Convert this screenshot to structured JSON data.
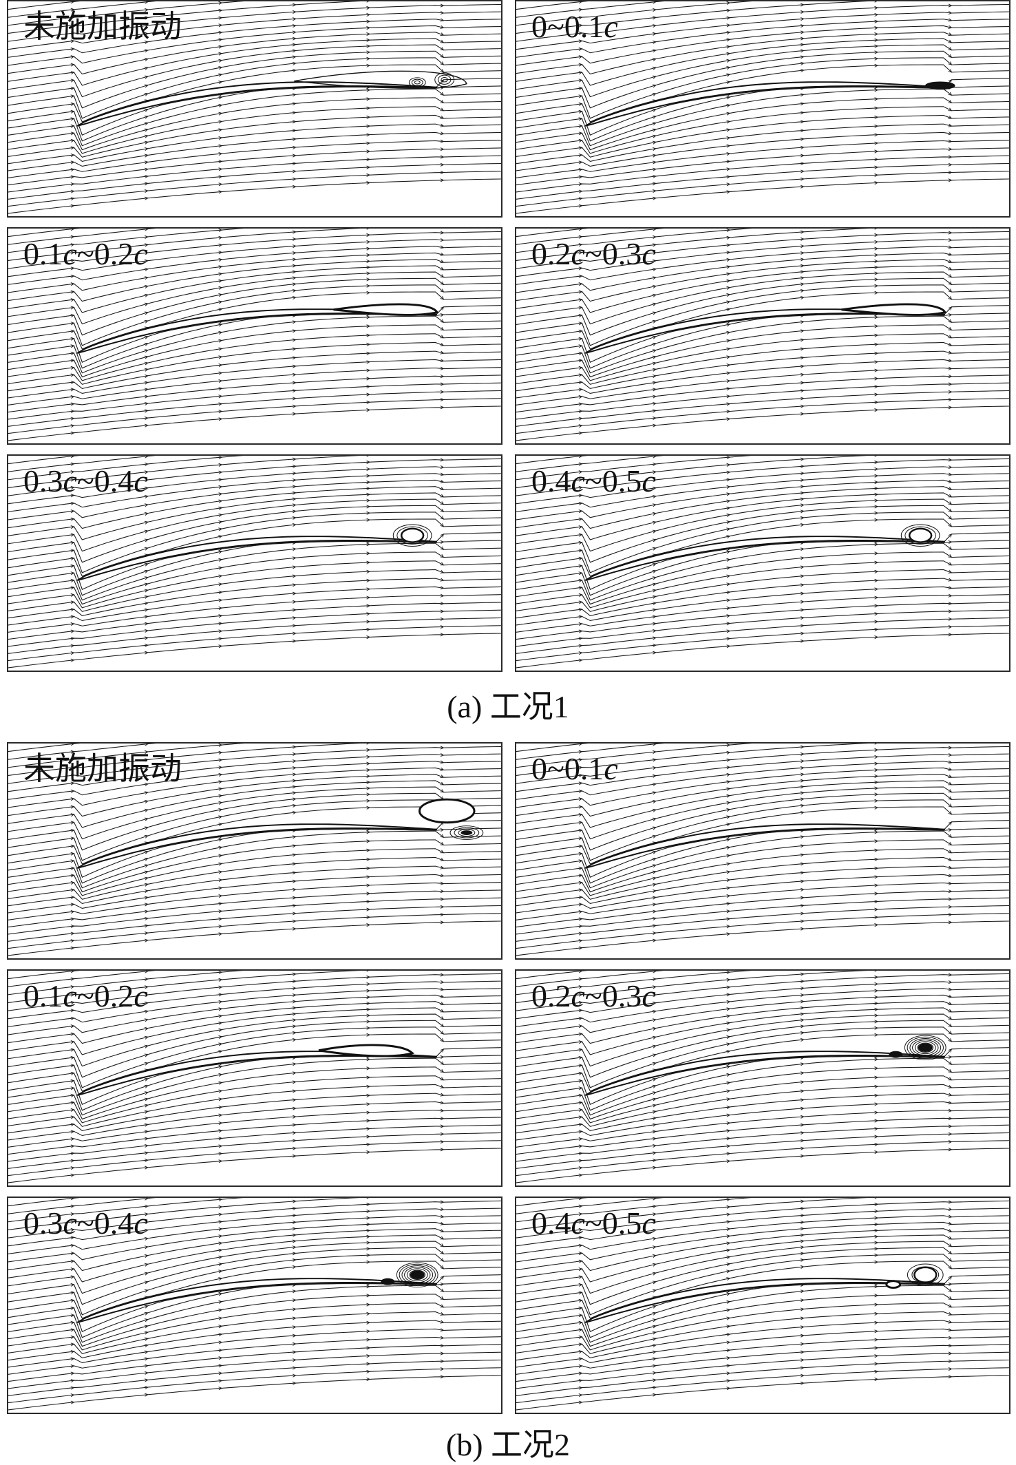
{
  "groups": [
    {
      "caption": "(a) 工况1",
      "panels": [
        {
          "label_parts": [
            {
              "t": "未施加振动",
              "i": false
            }
          ],
          "vortex": "multi-ring"
        },
        {
          "label_parts": [
            {
              "t": "0~0.1",
              "i": false
            },
            {
              "t": "c",
              "i": true
            }
          ],
          "vortex": "small-dark"
        },
        {
          "label_parts": [
            {
              "t": "0.1",
              "i": false
            },
            {
              "t": "c",
              "i": true
            },
            {
              "t": "~0.2",
              "i": false
            },
            {
              "t": "c",
              "i": true
            }
          ],
          "vortex": "elongated"
        },
        {
          "label_parts": [
            {
              "t": "0.2",
              "i": false
            },
            {
              "t": "c",
              "i": true
            },
            {
              "t": "~0.3",
              "i": false
            },
            {
              "t": "c",
              "i": true
            }
          ],
          "vortex": "elongated"
        },
        {
          "label_parts": [
            {
              "t": "0.3",
              "i": false
            },
            {
              "t": "c",
              "i": true
            },
            {
              "t": "~0.4",
              "i": false
            },
            {
              "t": "c",
              "i": true
            }
          ],
          "vortex": "blob-white"
        },
        {
          "label_parts": [
            {
              "t": "0.4",
              "i": false
            },
            {
              "t": "c",
              "i": true
            },
            {
              "t": "~0.5",
              "i": false
            },
            {
              "t": "c",
              "i": true
            }
          ],
          "vortex": "blob-white"
        }
      ]
    },
    {
      "caption": "(b) 工况2",
      "panels": [
        {
          "label_parts": [
            {
              "t": "未施加振动",
              "i": false
            }
          ],
          "vortex": "large-double"
        },
        {
          "label_parts": [
            {
              "t": "0~0.1",
              "i": false
            },
            {
              "t": "c",
              "i": true
            }
          ],
          "vortex": "none"
        },
        {
          "label_parts": [
            {
              "t": "0.1",
              "i": false
            },
            {
              "t": "c",
              "i": true
            },
            {
              "t": "~0.2",
              "i": false
            },
            {
              "t": "c",
              "i": true
            }
          ],
          "vortex": "long-white"
        },
        {
          "label_parts": [
            {
              "t": "0.2",
              "i": false
            },
            {
              "t": "c",
              "i": true
            },
            {
              "t": "~0.3",
              "i": false
            },
            {
              "t": "c",
              "i": true
            }
          ],
          "vortex": "dark-core"
        },
        {
          "label_parts": [
            {
              "t": "0.3",
              "i": false
            },
            {
              "t": "c",
              "i": true
            },
            {
              "t": "~0.4",
              "i": false
            },
            {
              "t": "c",
              "i": true
            }
          ],
          "vortex": "dark-core"
        },
        {
          "label_parts": [
            {
              "t": "0.4",
              "i": false
            },
            {
              "t": "c",
              "i": true
            },
            {
              "t": "~0.5",
              "i": false
            },
            {
              "t": "c",
              "i": true
            }
          ],
          "vortex": "white-ring"
        }
      ]
    }
  ]
}
